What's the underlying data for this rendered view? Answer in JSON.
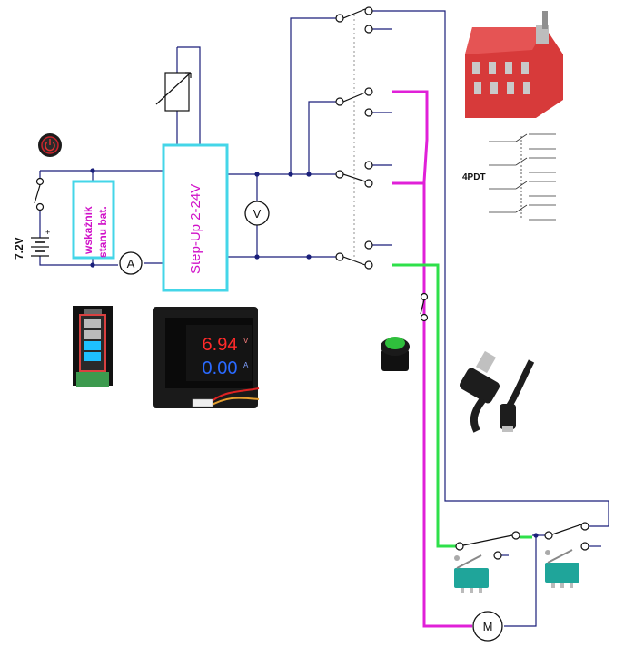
{
  "labels": {
    "battery_voltage": "7.2V",
    "battery_plus": "+",
    "battery_indicator_line1": "wskaźnik",
    "battery_indicator_line2": "stanu bat.",
    "converter": "Step-Up 2-24V",
    "voltmeter_symbol": "V",
    "ammeter_symbol": "A",
    "motor_symbol": "M",
    "switch_type": "4PDT"
  },
  "meter_display": {
    "voltage_reading": "6.94",
    "voltage_unit": "V",
    "current_reading": "0.00",
    "current_unit": "A"
  },
  "colors": {
    "wire": "#1a1f7a",
    "magenta_wire": "#e020d8",
    "green_wire": "#2ee04a",
    "label_magenta": "#d010c8",
    "box_cyan": "#44d6e8"
  },
  "icons": [
    "power-button-icon",
    "battery-indicator-module-icon",
    "volt-amp-meter-icon",
    "toggle-switch-4pdt-icon",
    "pushbutton-icon",
    "usb-cable-icon",
    "microswitch-icon"
  ]
}
